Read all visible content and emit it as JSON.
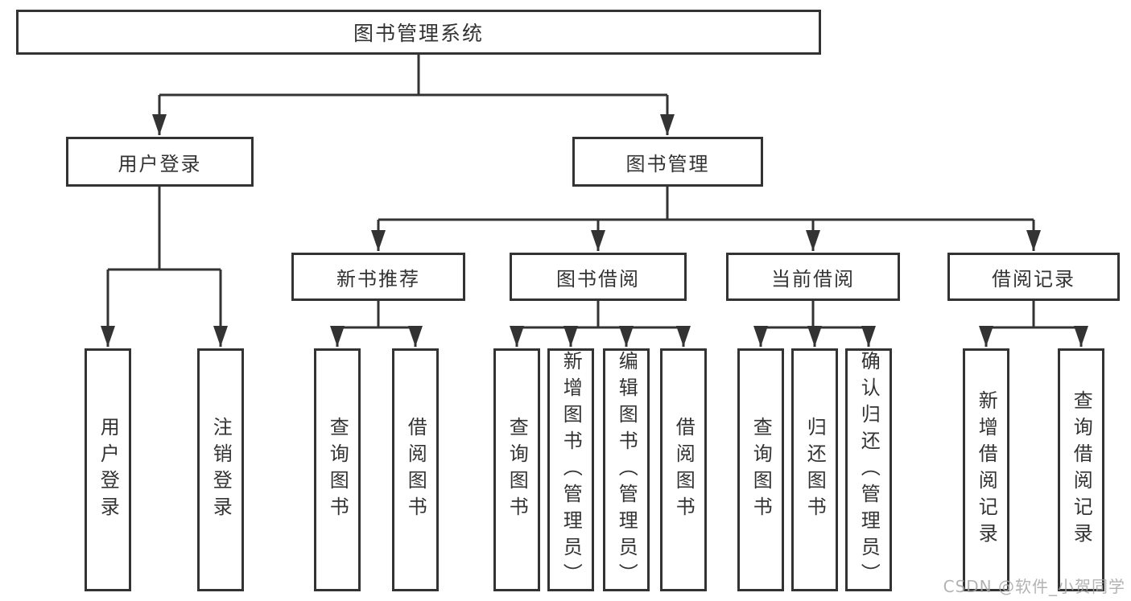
{
  "colors": {
    "background": "#ffffff",
    "line": "#333333",
    "box_border": "#333333",
    "text": "#333333",
    "watermark": "#a6a6a6"
  },
  "watermark": {
    "text": "CSDN @软件_小贺同学"
  },
  "tree": {
    "root": {
      "label": "图书管理系统",
      "children": [
        {
          "label": "用户登录",
          "children": [
            {
              "label": "用户登录"
            },
            {
              "label": "注销登录"
            }
          ]
        },
        {
          "label": "图书管理",
          "children": [
            {
              "label": "新书推荐",
              "children": [
                {
                  "label": "查询图书"
                },
                {
                  "label": "借阅图书"
                }
              ]
            },
            {
              "label": "图书借阅",
              "children": [
                {
                  "label": "查询图书"
                },
                {
                  "label": "新增图书（管理员）"
                },
                {
                  "label": "编辑图书（管理员）"
                },
                {
                  "label": "借阅图书"
                }
              ]
            },
            {
              "label": "当前借阅",
              "children": [
                {
                  "label": "查询图书"
                },
                {
                  "label": "归还图书"
                },
                {
                  "label": "确认归还（管理员）"
                }
              ]
            },
            {
              "label": "借阅记录",
              "children": [
                {
                  "label": "新增借阅记录"
                },
                {
                  "label": "查询借阅记录"
                }
              ]
            }
          ]
        }
      ]
    }
  }
}
